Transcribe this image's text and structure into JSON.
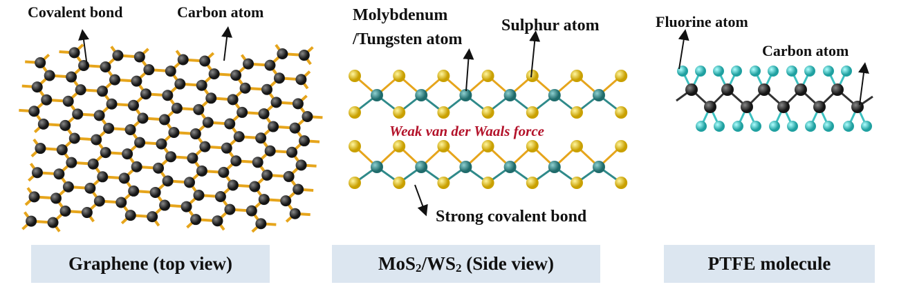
{
  "panels": {
    "graphene": {
      "caption": "Graphene (top view)",
      "labels": {
        "bond": "Covalent bond",
        "atom": "Carbon atom"
      }
    },
    "mos2": {
      "caption_main": "MoS",
      "caption_sub1": "2",
      "caption_mid": "/WS",
      "caption_sub2": "2",
      "caption_tail": " (Side view)",
      "labels": {
        "metal_line1": "Molybdenum",
        "metal_line2": "/Tungsten atom",
        "sulphur": "Sulphur atom",
        "vdw": "Weak van der Waals force",
        "covalent": "Strong covalent bond"
      }
    },
    "ptfe": {
      "caption": "PTFE molecule",
      "labels": {
        "fluorine": "Fluorine atom",
        "carbon": "Carbon atom"
      }
    }
  },
  "colors": {
    "bond_orange": "#e6a51c",
    "carbon": "#2a2a2a",
    "sulphur": "#e0c020",
    "metal": "#2f8a8a",
    "fluorine": "#3cc0c0",
    "caption_bg": "#dce6f0",
    "vdw": "#b3122a"
  }
}
